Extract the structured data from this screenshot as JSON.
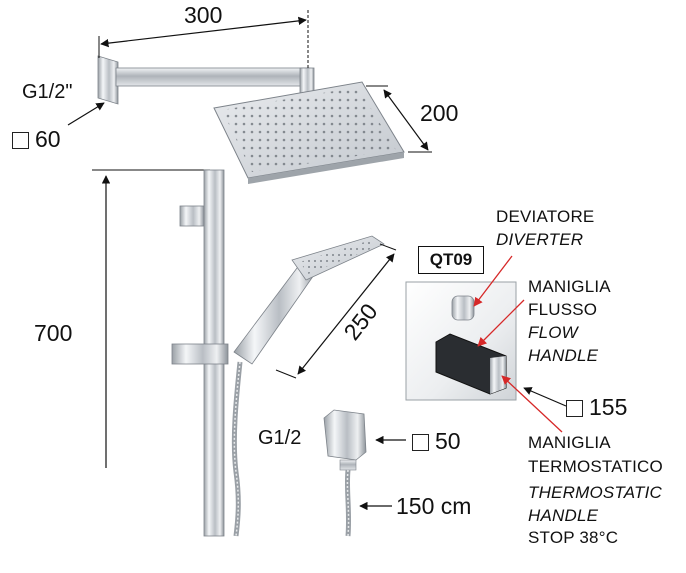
{
  "dimensions": {
    "arm_length": "300",
    "head_size": "200",
    "bar_height": "700",
    "hand_length": "250",
    "hose_length": "150 cm"
  },
  "fittings": {
    "arm_thread": "G1/2\"",
    "arm_flange": "60",
    "outlet_thread": "G1/2",
    "outlet_size": "50",
    "plate_size": "155"
  },
  "model_code": "QT09",
  "callouts": {
    "diverter_it": "DEVIATORE",
    "diverter_en": "DIVERTER",
    "flow_it_1": "MANIGLIA",
    "flow_it_2": "FLUSSO",
    "flow_en_1": "FLOW",
    "flow_en_2": "HANDLE",
    "thermo_it_1": "MANIGLIA",
    "thermo_it_2": "TERMOSTATICO",
    "thermo_en_1": "THERMOSTATIC",
    "thermo_en_2": "HANDLE",
    "thermo_stop": "STOP 38°C"
  },
  "colors": {
    "callout_arrow": "#d62828",
    "dimension_line": "#111111",
    "chrome": "#c9cdd2"
  }
}
